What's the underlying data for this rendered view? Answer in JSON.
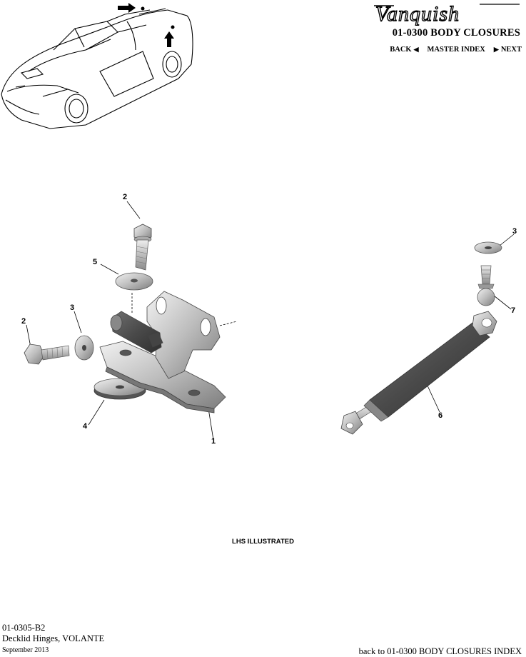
{
  "header": {
    "brand_logo": "Vanquish",
    "section_title": "01-0300 BODY CLOSURES",
    "nav": {
      "back_label": "BACK",
      "master_index_label": "MASTER INDEX",
      "next_label": "NEXT"
    }
  },
  "diagram": {
    "callouts": [
      "2",
      "5",
      "3",
      "2",
      "4",
      "1",
      "3",
      "7",
      "6"
    ],
    "note": "LHS ILLUSTRATED"
  },
  "footer": {
    "code": "01-0305-B2",
    "name": "Decklid Hinges, VOLANTE",
    "date": "September 2013",
    "back_link": "back to 01-0300 BODY CLOSURES INDEX"
  },
  "icons": {
    "back": "left-triangle-icon",
    "next": "right-triangle-icon"
  }
}
